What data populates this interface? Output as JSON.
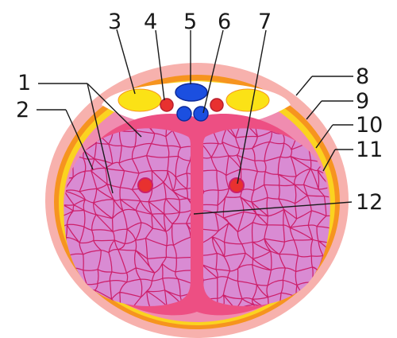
{
  "labels": {
    "l1": "1",
    "l2": "2",
    "l3": "3",
    "l4": "4",
    "l5": "5",
    "l6": "6",
    "l7": "7",
    "l8": "8",
    "l9": "9",
    "l10": "10",
    "l11": "11",
    "l12": "12"
  },
  "colors": {
    "outer_skin": "#f7b1ad",
    "orange_band": "#f6941f",
    "yellow_band": "#fbd320",
    "pink_layer": "#f08cb0",
    "tunica": "#ed4f83",
    "erectile_tissue": "#d98bd3",
    "network_lines": "#cc1f6a",
    "artery": "#e8312f",
    "vein": "#1b4fe0",
    "nerve_yellow": "#fbe216",
    "leader_lines": "#1a1a1a"
  }
}
